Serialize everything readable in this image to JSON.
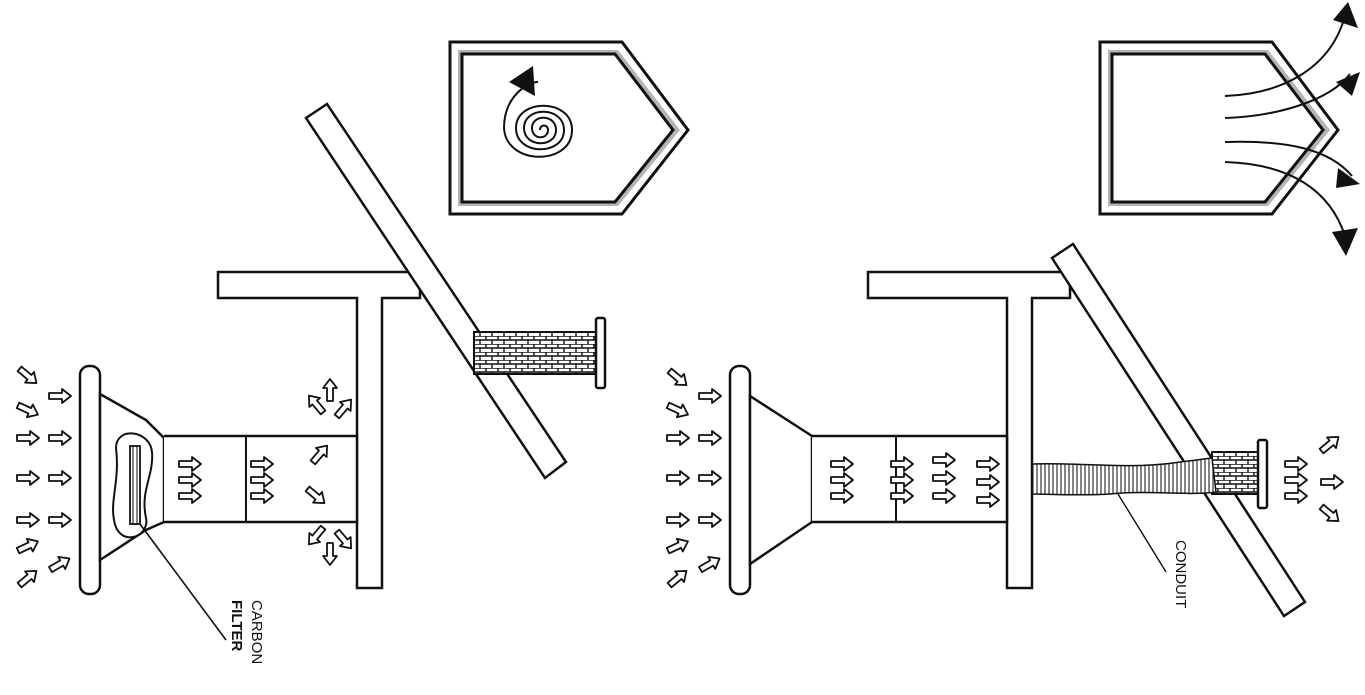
{
  "labels": {
    "carbon_line1": "CARBON",
    "carbon_line2": "FILTER",
    "conduit": "CONDUIT"
  },
  "colors": {
    "stroke": "#111111",
    "duct_gray": "#b4b4b4",
    "background": "#ffffff"
  }
}
